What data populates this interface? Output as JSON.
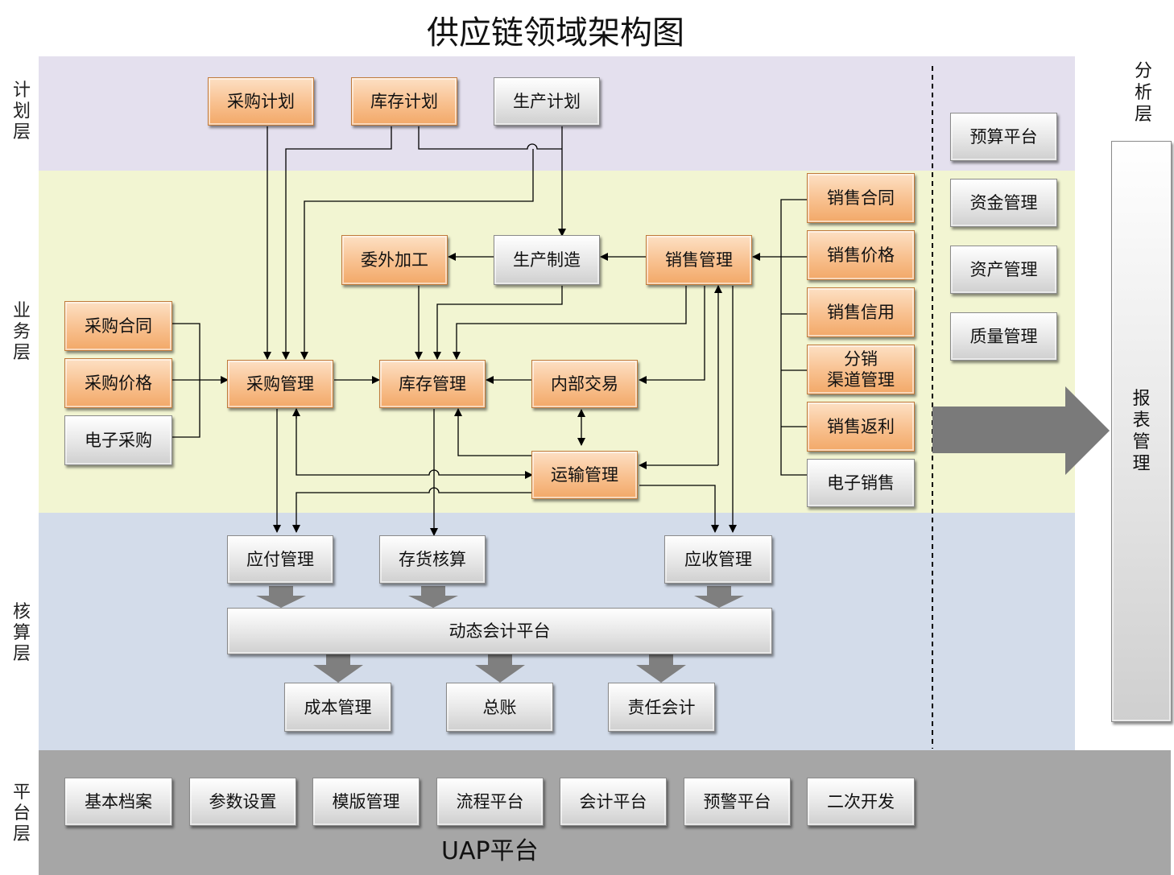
{
  "title": "供应链领域架构图",
  "layers": {
    "plan": "计划层",
    "business": "业务层",
    "accounting": "核算层",
    "platform": "平台层",
    "analysis": "分析层"
  },
  "plan": {
    "purchase_plan": "采购计划",
    "inventory_plan": "库存计划",
    "production_plan": "生产计划"
  },
  "business": {
    "purchase_contract": "采购合同",
    "purchase_price": "采购价格",
    "e_purchase": "电子采购",
    "purchase_mgmt": "采购管理",
    "outsourcing": "委外加工",
    "production_mfg": "生产制造",
    "sales_mgmt": "销售管理",
    "inventory_mgmt": "库存管理",
    "internal_trade": "内部交易",
    "transport_mgmt": "运输管理",
    "sales_contract": "销售合同",
    "sales_price": "销售价格",
    "sales_credit": "销售信用",
    "distribution_line1": "分销",
    "distribution_line2": "渠道管理",
    "sales_rebate": "销售返利",
    "e_sales": "电子销售"
  },
  "accounting": {
    "payable": "应付管理",
    "inventory_accounting": "存货核算",
    "receivable": "应收管理",
    "dynamic_platform": "动态会计平台",
    "cost_mgmt": "成本管理",
    "general_ledger": "总账",
    "responsibility_accounting": "责任会计"
  },
  "analysis": {
    "budget": "预算平台",
    "fund": "资金管理",
    "asset": "资产管理",
    "quality": "质量管理",
    "report": "报表管理"
  },
  "platform": {
    "items": [
      "基本档案",
      "参数设置",
      "模版管理",
      "流程平台",
      "会计平台",
      "预警平台",
      "二次开发"
    ],
    "uap": "UAP平台"
  },
  "colors": {
    "plan_band": "#e4e0ee",
    "business_band": "#f2f5d2",
    "accounting_band": "#d3dcea",
    "platform_band": "#a6a6a6",
    "orange_box": "#f8c08e",
    "gray_box": "#e0e0e0"
  }
}
